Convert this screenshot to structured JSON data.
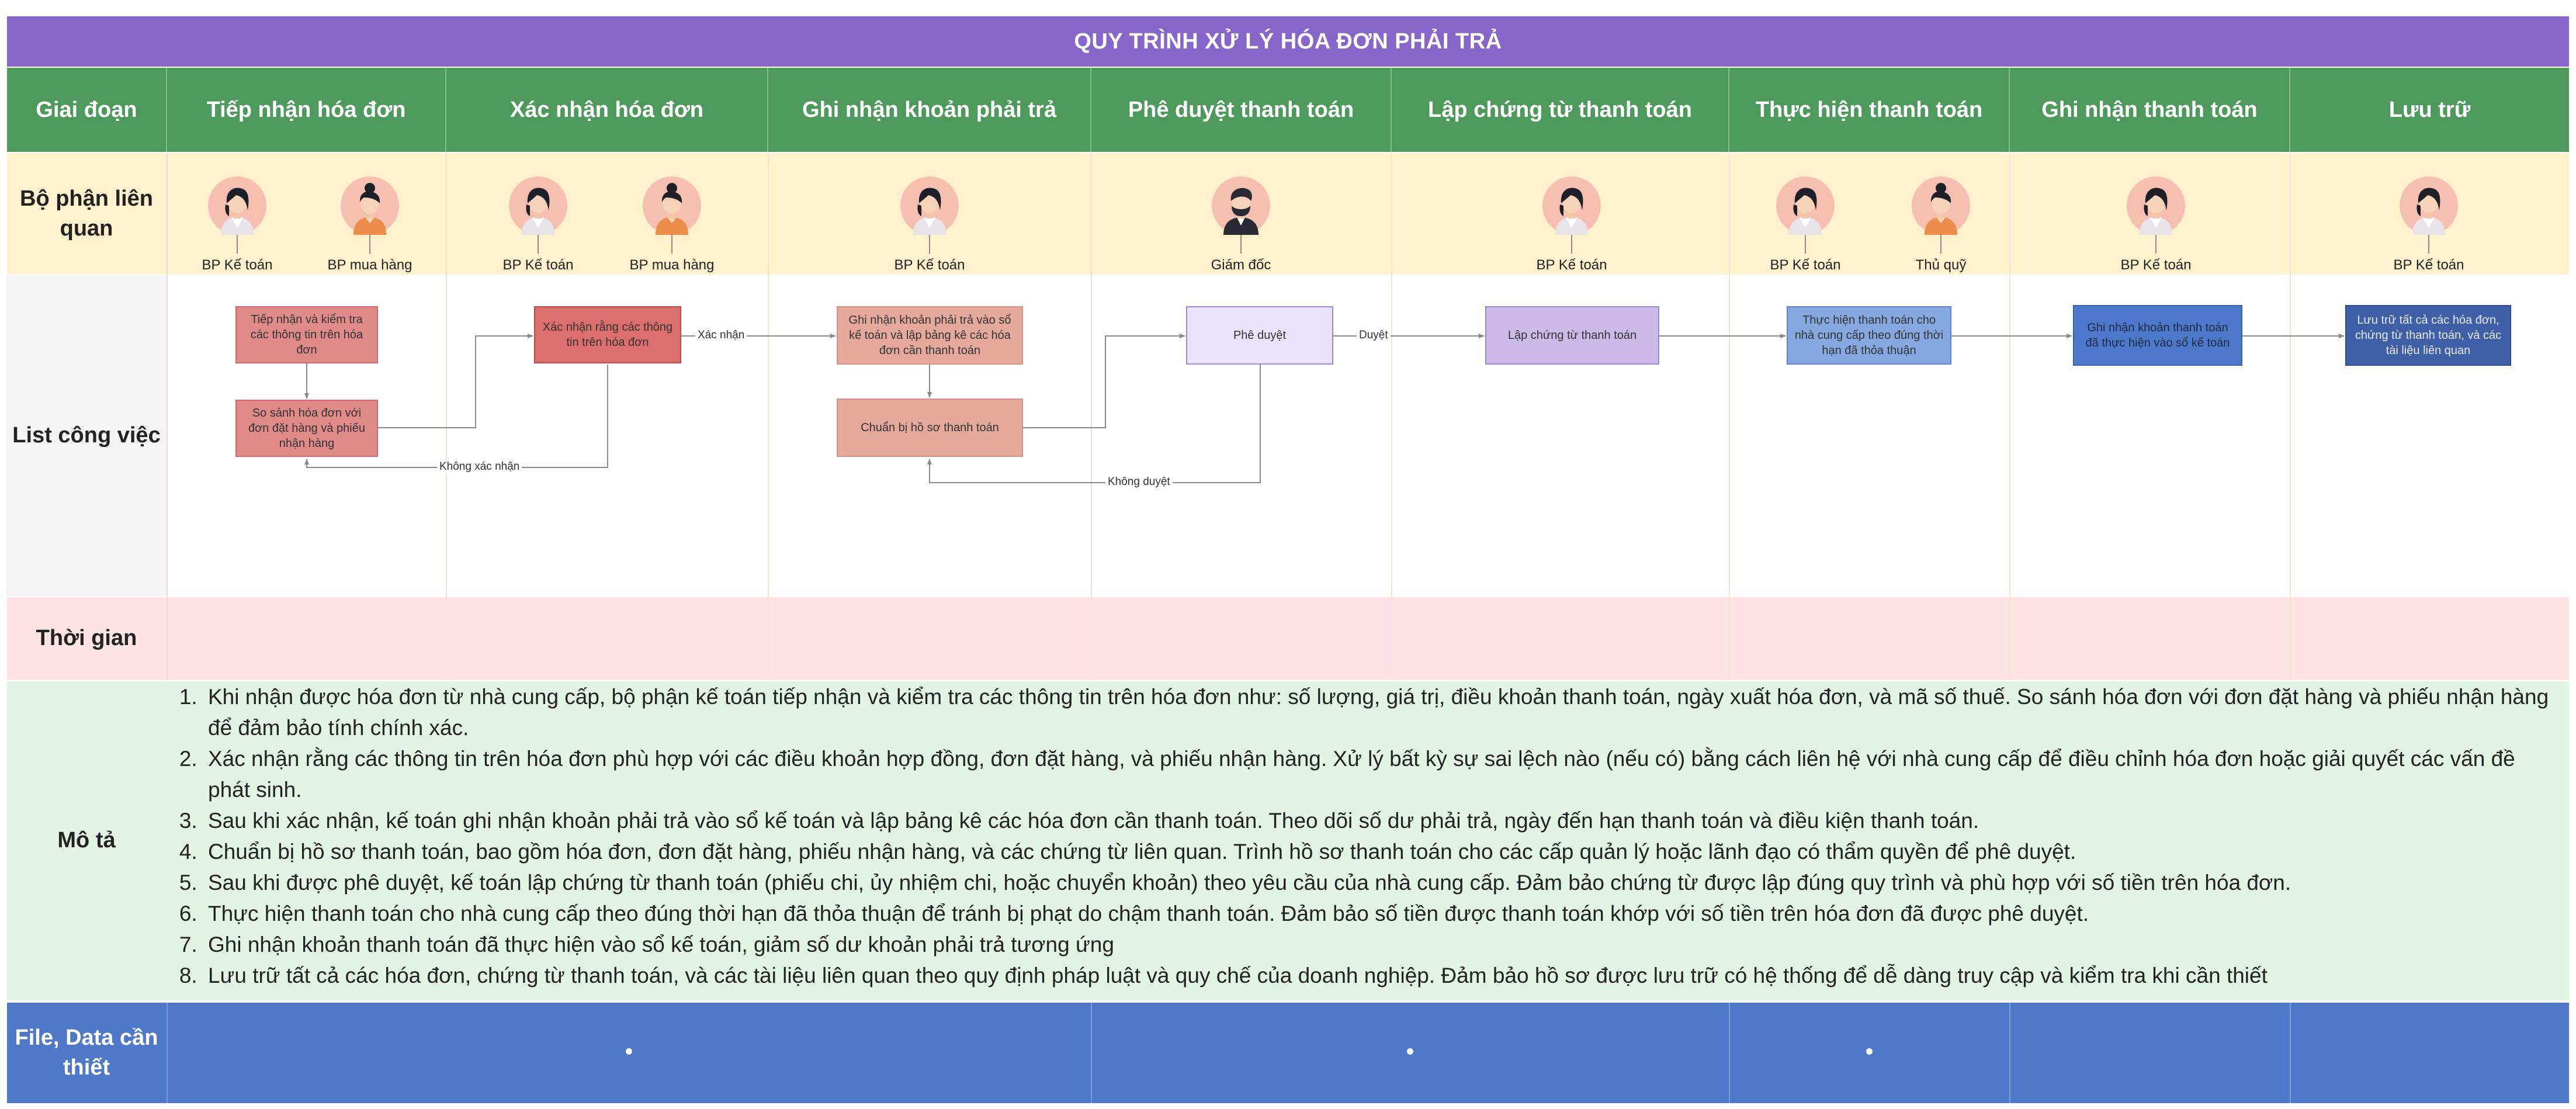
{
  "title": "QUY TRÌNH XỬ LÝ HÓA ĐƠN PHẢI TRẢ",
  "row_labels": {
    "stage": "Giai đoạn",
    "dept": "Bộ phận liên quan",
    "tasks": "List công việc",
    "time": "Thời gian",
    "desc": "Mô tả",
    "files": "File, Data cần thiết"
  },
  "stages": [
    "Tiếp nhận hóa đơn",
    "Xác nhận hóa đơn",
    "Ghi nhận khoản phải trả",
    "Phê duyệt thanh toán",
    "Lập chứng từ thanh toán",
    "Thực hiện thanh toán",
    "Ghi nhận thanh toán",
    "Lưu trữ"
  ],
  "people": [
    {
      "label": "BP Kế toán",
      "kind": "female-accountant-icon"
    },
    {
      "label": "BP mua hàng",
      "kind": "female-buyer-icon"
    },
    {
      "label": "BP Kế toán",
      "kind": "female-accountant-icon"
    },
    {
      "label": "BP mua hàng",
      "kind": "female-buyer-icon"
    },
    {
      "label": "BP Kế toán",
      "kind": "female-accountant-icon"
    },
    {
      "label": "Giám đốc",
      "kind": "male-director-icon"
    },
    {
      "label": "BP Kế toán",
      "kind": "female-accountant-icon"
    },
    {
      "label": "BP Kế toán",
      "kind": "female-accountant-icon"
    },
    {
      "label": "Thủ quỹ",
      "kind": "female-buyer-icon"
    },
    {
      "label": "BP Kế toán",
      "kind": "female-accountant-icon"
    },
    {
      "label": "BP Kế toán",
      "kind": "female-accountant-icon"
    }
  ],
  "tasks": {
    "t1": "Tiếp nhận và kiểm tra các thông tin trên hóa đơn",
    "t2": "So sánh hóa đơn với đơn đặt hàng và phiếu nhận hàng",
    "t3": "Xác nhận rằng các thông tin trên hóa đơn",
    "t4": "Ghi nhận khoản phải trả vào sổ kế toán và lập bảng kê các hóa đơn cần thanh toán",
    "t5": "Chuẩn bị hồ sơ thanh toán",
    "t6": "Phê duyệt",
    "t7": "Lập chứng từ thanh toán",
    "t8": "Thực hiện thanh toán cho nhà cung cấp theo đúng thời hạn đã thỏa thuận",
    "t9": "Ghi nhận khoản thanh toán đã thực hiện vào sổ kế toán",
    "t10": "Lưu trữ tất cả các hóa đơn, chứng từ thanh toán, và các tài liệu liên quan"
  },
  "edge_labels": {
    "confirm": "Xác nhận",
    "not_confirm": "Không xác nhận",
    "approve": "Duyệt",
    "not_approve": "Không duyệt"
  },
  "description": [
    "Khi nhận được hóa đơn từ nhà cung cấp, bộ phận kế toán tiếp nhận và kiểm tra các thông tin trên hóa đơn như: số lượng, giá trị, điều khoản thanh toán, ngày xuất hóa đơn, và mã số thuế.  So sánh hóa đơn với đơn đặt hàng và phiếu nhận hàng để đảm bảo tính chính xác.",
    "Xác nhận rằng các thông tin trên hóa đơn phù hợp với các điều khoản hợp đồng, đơn đặt hàng, và phiếu nhận hàng. Xử lý bất kỳ sự sai lệch nào (nếu có) bằng cách liên hệ với nhà cung cấp để điều chỉnh hóa đơn hoặc giải quyết các vấn đề phát sinh.",
    "Sau khi xác nhận, kế toán ghi nhận khoản phải trả vào sổ kế toán và lập bảng kê các hóa đơn cần thanh toán. Theo dõi số dư phải trả, ngày đến hạn thanh toán và điều kiện thanh toán.",
    "Chuẩn bị hồ sơ thanh toán, bao gồm hóa đơn, đơn đặt hàng, phiếu nhận hàng, và các chứng từ liên quan. Trình hồ sơ thanh toán cho các cấp quản lý hoặc lãnh đạo có thẩm quyền để phê duyệt.",
    "Sau khi được phê duyệt, kế toán lập chứng từ thanh toán (phiếu chi, ủy nhiệm chi, hoặc chuyển khoản) theo yêu cầu của nhà cung cấp. Đảm bảo chứng từ được lập đúng quy trình và phù hợp với số tiền trên hóa đơn.",
    "Thực hiện thanh toán cho nhà cung cấp theo đúng thời hạn đã thỏa thuận để tránh bị phạt do chậm thanh toán. Đảm bảo số tiền được thanh toán khớp với số tiền trên hóa đơn đã được phê duyệt.",
    "Ghi nhận khoản thanh toán đã thực hiện vào sổ kế toán, giảm số dư khoản phải trả tương ứng",
    "Lưu trữ tất cả các hóa đơn, chứng từ thanh toán, và các tài liệu liên quan theo quy định pháp luật và quy chế của doanh nghiệp. Đảm bảo hồ sơ được lưu trữ có hệ thống để dễ dàng truy cập và kiểm tra khi cần thiết"
  ],
  "colors": {
    "title_bg": "#8766c9",
    "header_bg": "#4e9a5c",
    "dept_bg": "#fff1cc",
    "time_bg": "#fde3e4",
    "desc_bg": "#e2f4e6",
    "files_bg": "#4f78c9"
  }
}
